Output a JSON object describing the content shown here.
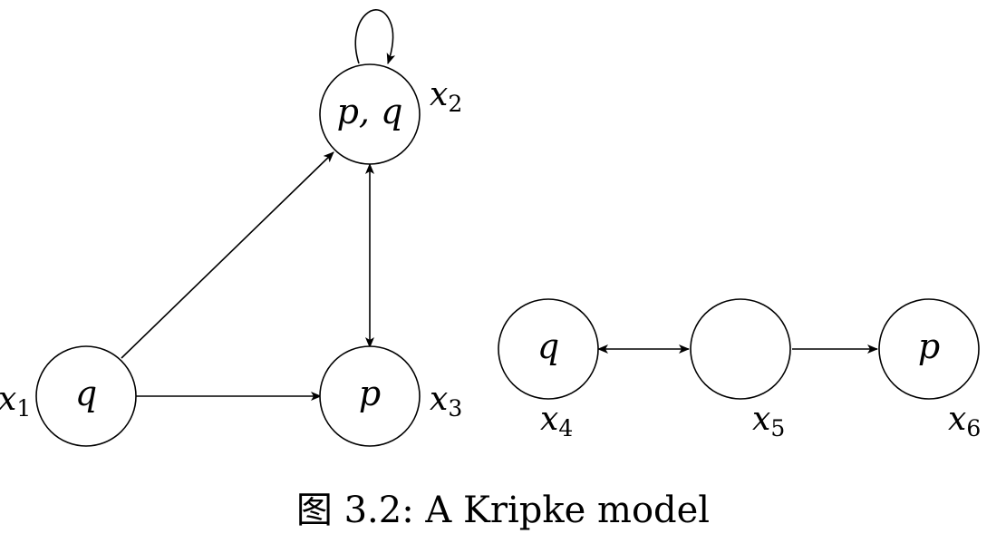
{
  "caption": "图 3.2: A Kripke model",
  "worlds": [
    {
      "id": "x1",
      "name": "x",
      "sub": "1",
      "label": "q"
    },
    {
      "id": "x2",
      "name": "x",
      "sub": "2",
      "label": "p, q"
    },
    {
      "id": "x3",
      "name": "x",
      "sub": "3",
      "label": "p"
    },
    {
      "id": "x4",
      "name": "x",
      "sub": "4",
      "label": "q"
    },
    {
      "id": "x5",
      "name": "x",
      "sub": "5",
      "label": ""
    },
    {
      "id": "x6",
      "name": "x",
      "sub": "6",
      "label": "p"
    }
  ],
  "relations": [
    {
      "from": "x2",
      "to": "x2",
      "kind": "loop"
    },
    {
      "from": "x1",
      "to": "x2",
      "kind": "directed"
    },
    {
      "from": "x1",
      "to": "x3",
      "kind": "directed"
    },
    {
      "from": "x2",
      "to": "x3",
      "kind": "bidirectional"
    },
    {
      "from": "x4",
      "to": "x5",
      "kind": "bidirectional"
    },
    {
      "from": "x5",
      "to": "x6",
      "kind": "directed"
    }
  ]
}
